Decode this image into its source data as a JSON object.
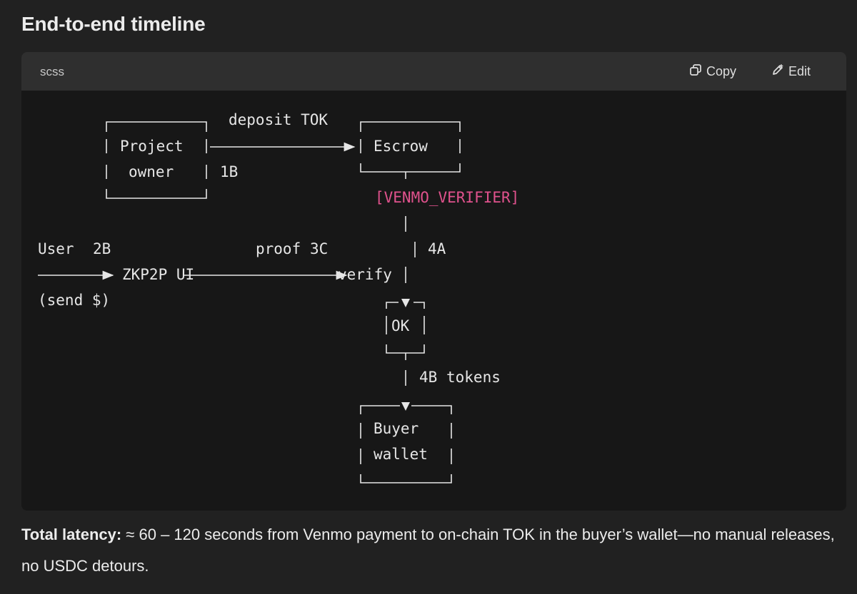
{
  "heading": "End-to-end timeline",
  "code_block": {
    "language": "scss",
    "copy_label": "Copy",
    "edit_label": "Edit",
    "accent_color": "#e0528d",
    "diagram": {
      "deposit_tok": "deposit TOK",
      "project": "Project",
      "owner": "owner",
      "escrow": "Escrow",
      "step_1b_num": "1",
      "step_1b_letter": "B",
      "venmo_verifier": "[VENMO_VERIFIER]",
      "user": "User",
      "step_2b_num": "2",
      "step_2b_letter": "B",
      "proof": "proof",
      "step_3c_num": "3",
      "step_3c_letter": "C",
      "step_4a_num": "4",
      "step_4a_letter": "A",
      "zkp2p_ui": "ZKP2P UI",
      "verify": "verify",
      "send": "(send $)",
      "ok": "OK",
      "step_4b_num": "4",
      "step_4b_letter": "B",
      "tokens": "tokens",
      "buyer": "Buyer",
      "wallet": "wallet"
    }
  },
  "footer": {
    "bold": "Total latency:",
    "text": " ≈ 60 – 120 seconds from Venmo payment to on-chain TOK in the buyer’s wallet—no manual releases, no USDC detours."
  }
}
